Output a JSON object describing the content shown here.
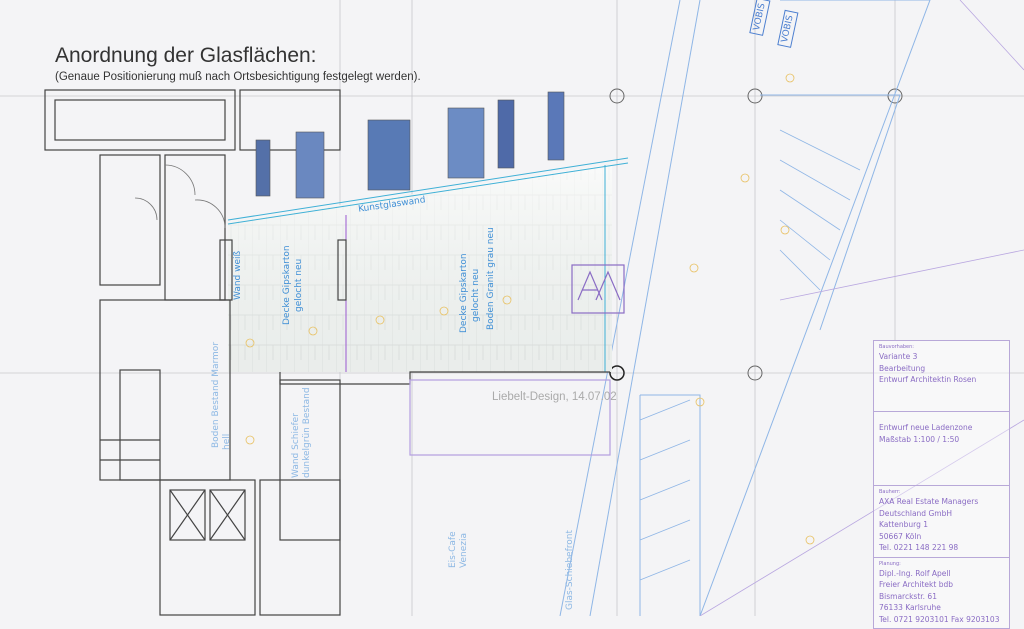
{
  "heading": {
    "title": "Anordnung der Glasflächen:",
    "subtitle": "(Genaue Positionierung muß nach Ortsbesichtigung festgelegt werden)."
  },
  "plan_labels": {
    "kunstglaswand": "Kunstglaswand",
    "wand_weiss": "Wand weiß",
    "decke_left_1": "Decke Gipskarton",
    "decke_left_2": "gelocht neu",
    "decke_right_1": "Decke Gipskarton",
    "decke_right_2": "gelocht neu",
    "boden_granit": "Boden Granit grau neu",
    "boden_marmor_1": "Boden Bestand Marmor",
    "boden_marmor_2": "hell",
    "wand_schiefer_1": "Wand Schiefer",
    "wand_schiefer_2": "dunkelgrün Bestand",
    "eis_cafe_1": "Eis-Cafe",
    "eis_cafe_2": "Venezia",
    "glas_schiebefront": "Glas-Schiebefront",
    "vobis_1": "VOBIS",
    "vobis_2": "VOBIS",
    "credit": "Liebelt-Design, 14.07.02"
  },
  "title_block": {
    "bauvorhaben_label": "Bauvorhaben:",
    "bauvorhaben_lines": [
      "Variante 3",
      "Bearbeitung",
      "Entwurf Architektin Rosen"
    ],
    "entwurf_lines": [
      "Entwurf neue Ladenzone",
      "Maßstab 1:100 / 1:50"
    ],
    "bauherr_label": "Bauherr:",
    "bauherr_lines": [
      "AXA Real Estate Managers",
      "Deutschland GmbH",
      "Kattenburg 1",
      "50667 Köln",
      "Tel. 0221 148 221 98"
    ],
    "planung_label": "Planung:",
    "planung_lines": [
      "Dipl.-Ing. Rolf Apell",
      "Freier Architekt bdb",
      "Bismarckstr. 61",
      "76133 Karlsruhe",
      "Tel. 0721 9203101 Fax 9203103"
    ]
  },
  "colors": {
    "cad_blue": "#3f8fd6",
    "cad_purple": "#8a6cc4",
    "wall": "#222222"
  }
}
